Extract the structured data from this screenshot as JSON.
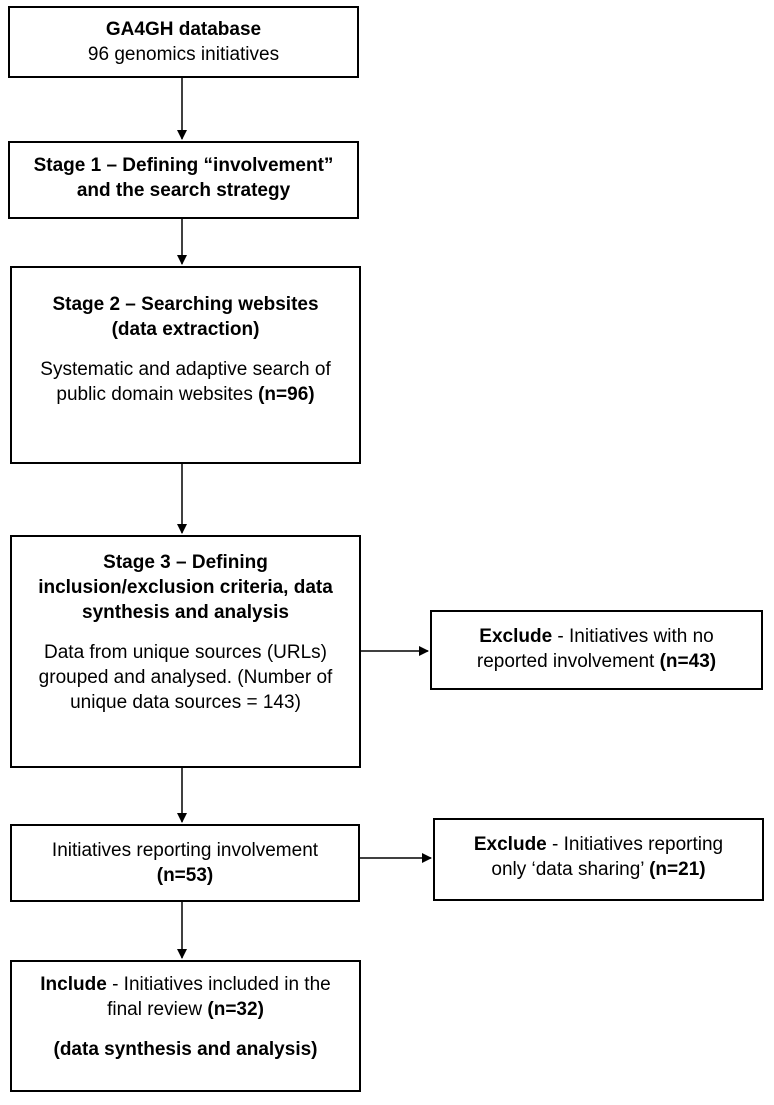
{
  "boxes": {
    "database": {
      "title": "GA4GH database",
      "subtitle": "96 genomics initiatives"
    },
    "stage1": {
      "title_line1": "Stage 1 – Defining “involvement”",
      "title_line2": "and the search strategy"
    },
    "stage2": {
      "title_line1": "Stage 2 – Searching websites",
      "title_line2": "(data extraction)",
      "body_line1": "Systematic and adaptive search of",
      "body_line2": "public domain websites",
      "count": "(n=96)"
    },
    "stage3": {
      "title_line1": "Stage 3 – Defining",
      "title_line2": "inclusion/exclusion criteria, data",
      "title_line3": "synthesis and analysis",
      "body_line1": "Data from unique sources (URLs)",
      "body_line2": "grouped and analysed. (Number of",
      "body_line3": "unique data sources = 143)"
    },
    "exclude1": {
      "label": "Exclude",
      "text_line1": " - Initiatives with no",
      "text_line2": "reported involvement",
      "count": "(n=43)"
    },
    "reporting": {
      "text": "Initiatives reporting involvement",
      "count": "(n=53)"
    },
    "exclude2": {
      "label": "Exclude",
      "text_line1": " - Initiatives reporting",
      "text_line2": "only ‘data sharing’",
      "count": "(n=21)"
    },
    "include": {
      "label": "Include",
      "text_line1": " - Initiatives included in the",
      "text_line2": "final review",
      "count": "(n=32)",
      "note": "(data synthesis and analysis)"
    }
  }
}
